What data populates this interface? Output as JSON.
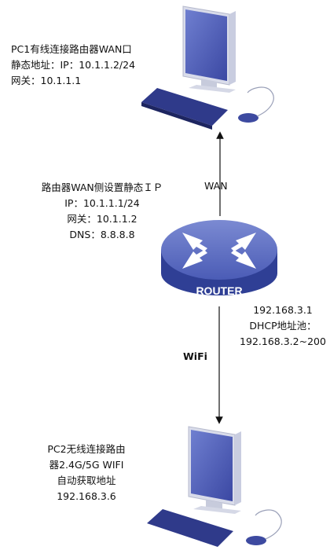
{
  "pc1": {
    "lines": [
      "PC1有线连接路由器WAN口",
      "静态地址：IP：10.1.1.2/24",
      "网关：10.1.1.1"
    ]
  },
  "router": {
    "label": "ROUTER",
    "wan_setting": [
      "路由器WAN侧设置静态ＩＰ",
      "IP：10.1.1.1/24",
      "网关：10.1.1.2",
      "DNS：8.8.8.8"
    ],
    "lan_setting": [
      "192.168.3.1",
      "DHCP地址池：",
      "192.168.3.2~200"
    ]
  },
  "links": {
    "wan_label": "WAN",
    "wifi_label": "WiFi"
  },
  "pc2": {
    "lines": [
      "PC2无线连接路由",
      "器2.4G/5G WIFI",
      "自动获取地址",
      "192.168.3.6"
    ]
  },
  "colors": {
    "router_top": "#5b6fc0",
    "router_side": "#2f3f95",
    "monitor_screen": "#4a58b5",
    "monitor_frame": "#e3e6f0"
  }
}
